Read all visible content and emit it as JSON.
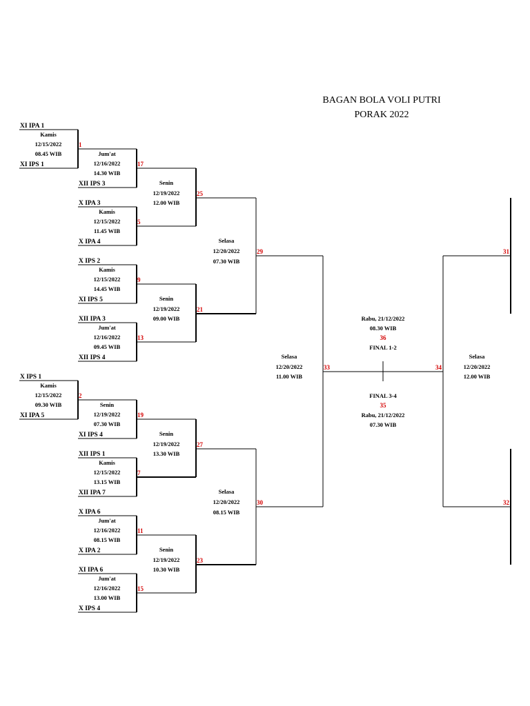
{
  "title": [
    "BAGAN BOLA VOLI PUTRI",
    "PORAK 2022"
  ],
  "colors": {
    "line": "#000000",
    "match_number": "#d40000",
    "text": "#000000"
  },
  "teams": {
    "xi_ipa_1": "XI IPA 1",
    "xi_ips_1": "XI IPS 1",
    "xii_ips_3": "XII IPS 3",
    "x_ipa_3": "X IPA 3",
    "x_ipa_4": "X IPA 4",
    "x_ips_2": "X IPS 2",
    "xi_ips_5": "XI IPS 5",
    "xii_ipa_3": "XII IPA 3",
    "xii_ips_4": "XII IPS 4",
    "x_ips_1": "X IPS 1",
    "xi_ipa_5": "XI IPA 5",
    "xi_ips_4": "XI IPS 4",
    "xii_ips_1": "XII IPS 1",
    "xii_ipa_7": "XII IPA 7",
    "x_ipa_6": "X IPA 6",
    "x_ipa_2": "X IPA 2",
    "xi_ipa_6": "XI IPA 6",
    "x_ips_4": "X IPS 4"
  },
  "matches": {
    "m1": {
      "number": "1",
      "day": "Kamis",
      "date": "12/15/2022",
      "time": "08.45 WIB"
    },
    "m17": {
      "number": "17",
      "day": "Jum'at",
      "date": "12/16/2022",
      "time": "14.30 WIB"
    },
    "m5": {
      "number": "5",
      "day": "Kamis",
      "date": "12/15/2022",
      "time": "11.45 WIB"
    },
    "m25": {
      "number": "25",
      "day": "Senin",
      "date": "12/19/2022",
      "time": "12.00 WIB"
    },
    "m9": {
      "number": "9",
      "day": "Kamis",
      "date": "12/15/2022",
      "time": "14.45 WIB"
    },
    "m13": {
      "number": "13",
      "day": "Jum'at",
      "date": "12/16/2022",
      "time": "09.45 WIB"
    },
    "m21": {
      "number": "21",
      "day": "Senin",
      "date": "12/19/2022",
      "time": "09.00 WIB"
    },
    "m29": {
      "number": "29",
      "day": "Selasa",
      "date": "12/20/2022",
      "time": "07.30 WIB"
    },
    "m2": {
      "number": "2",
      "day": "Kamis",
      "date": "12/15/2022",
      "time": "09.30 WIB"
    },
    "m19": {
      "number": "19",
      "day": "Senin",
      "date": "12/19/2022",
      "time": "07.30 WIB"
    },
    "m7": {
      "number": "7",
      "day": "Kamis",
      "date": "12/15/2022",
      "time": "13.15 WIB"
    },
    "m27": {
      "number": "27",
      "day": "Senin",
      "date": "12/19/2022",
      "time": "13.30 WIB"
    },
    "m11": {
      "number": "11",
      "day": "Jum'at",
      "date": "12/16/2022",
      "time": "08.15 WIB"
    },
    "m15": {
      "number": "15",
      "day": "Jum'at",
      "date": "12/16/2022",
      "time": "13.00 WIB"
    },
    "m23": {
      "number": "23",
      "day": "Senin",
      "date": "12/19/2022",
      "time": "10.30 WIB"
    },
    "m30": {
      "number": "30",
      "day": "Selasa",
      "date": "12/20/2022",
      "time": "08.15 WIB"
    },
    "m33": {
      "number": "33",
      "day": "Selasa",
      "date": "12/20/2022",
      "time": "11.00 WIB"
    },
    "m34": {
      "number": "34",
      "day": "Selasa",
      "date": "12/20/2022",
      "time": "12.00 WIB"
    },
    "m31": {
      "number": "31"
    },
    "m32": {
      "number": "32"
    }
  },
  "final_1_2": {
    "schedule": "Rabu, 21/12/2022",
    "time": "08.30 WIB",
    "number": "36",
    "label": "FINAL 1-2"
  },
  "final_3_4": {
    "label": "FINAL 3-4",
    "number": "35",
    "schedule": "Rabu, 21/12/2022",
    "time": "07.30 WIB"
  }
}
